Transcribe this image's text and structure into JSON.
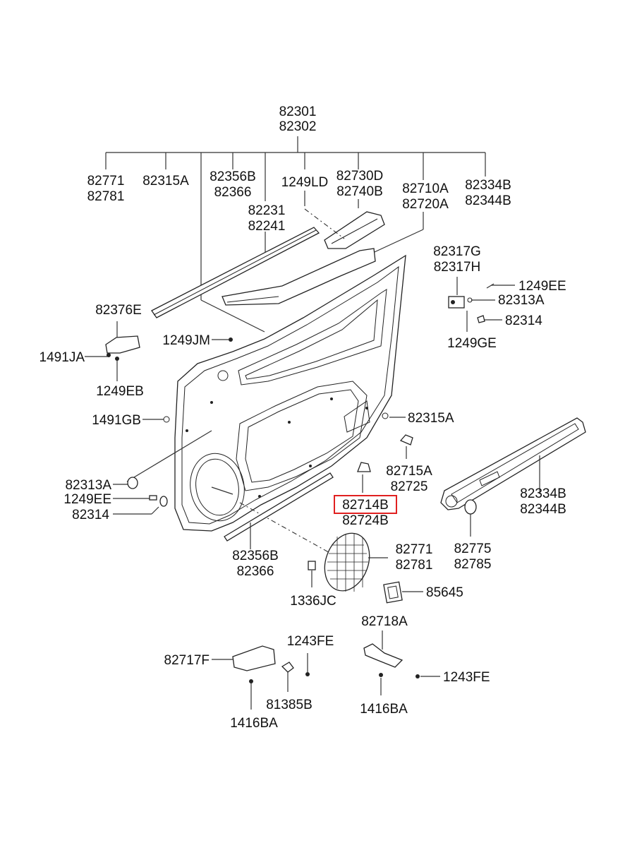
{
  "colors": {
    "highlight": "#e02020",
    "ink": "#111111"
  },
  "labels": {
    "top_a": "82301",
    "top_b": "82302",
    "l01a": "82771",
    "l01b": "82781",
    "l02": "82315A",
    "l03a": "82356B",
    "l03b": "82366",
    "l04": "1249LD",
    "l05a": "82730D",
    "l05b": "82740B",
    "l06a": "82710A",
    "l06b": "82720A",
    "l07a": "82334B",
    "l07b": "82344B",
    "l08a": "82231",
    "l08b": "82241",
    "l09a": "82317G",
    "l09b": "82317H",
    "l10": "1249EE",
    "l11": "82313A",
    "l12": "82314",
    "l13": "1249GE",
    "l14": "82376E",
    "l15": "1249JM",
    "l16": "1491JA",
    "l17": "1249EB",
    "l18": "1491GB",
    "l19": "82315A",
    "l20a": "82715A",
    "l20b": "82725",
    "l21a": "82714B",
    "l21b": "82724B",
    "l22a": "82334B",
    "l22b": "82344B",
    "l23": "82313A",
    "l24": "1249EE",
    "l25": "82314",
    "l26a": "82356B",
    "l26b": "82366",
    "l27a": "82771",
    "l27b": "82781",
    "l28a": "82775",
    "l28b": "82785",
    "l29": "85645",
    "l30": "1336JC",
    "l31": "82718A",
    "l32": "1243FE",
    "l33": "82717F",
    "l34": "1243FE",
    "l35": "81385B",
    "l36": "1416BA",
    "l37": "1416BA"
  }
}
